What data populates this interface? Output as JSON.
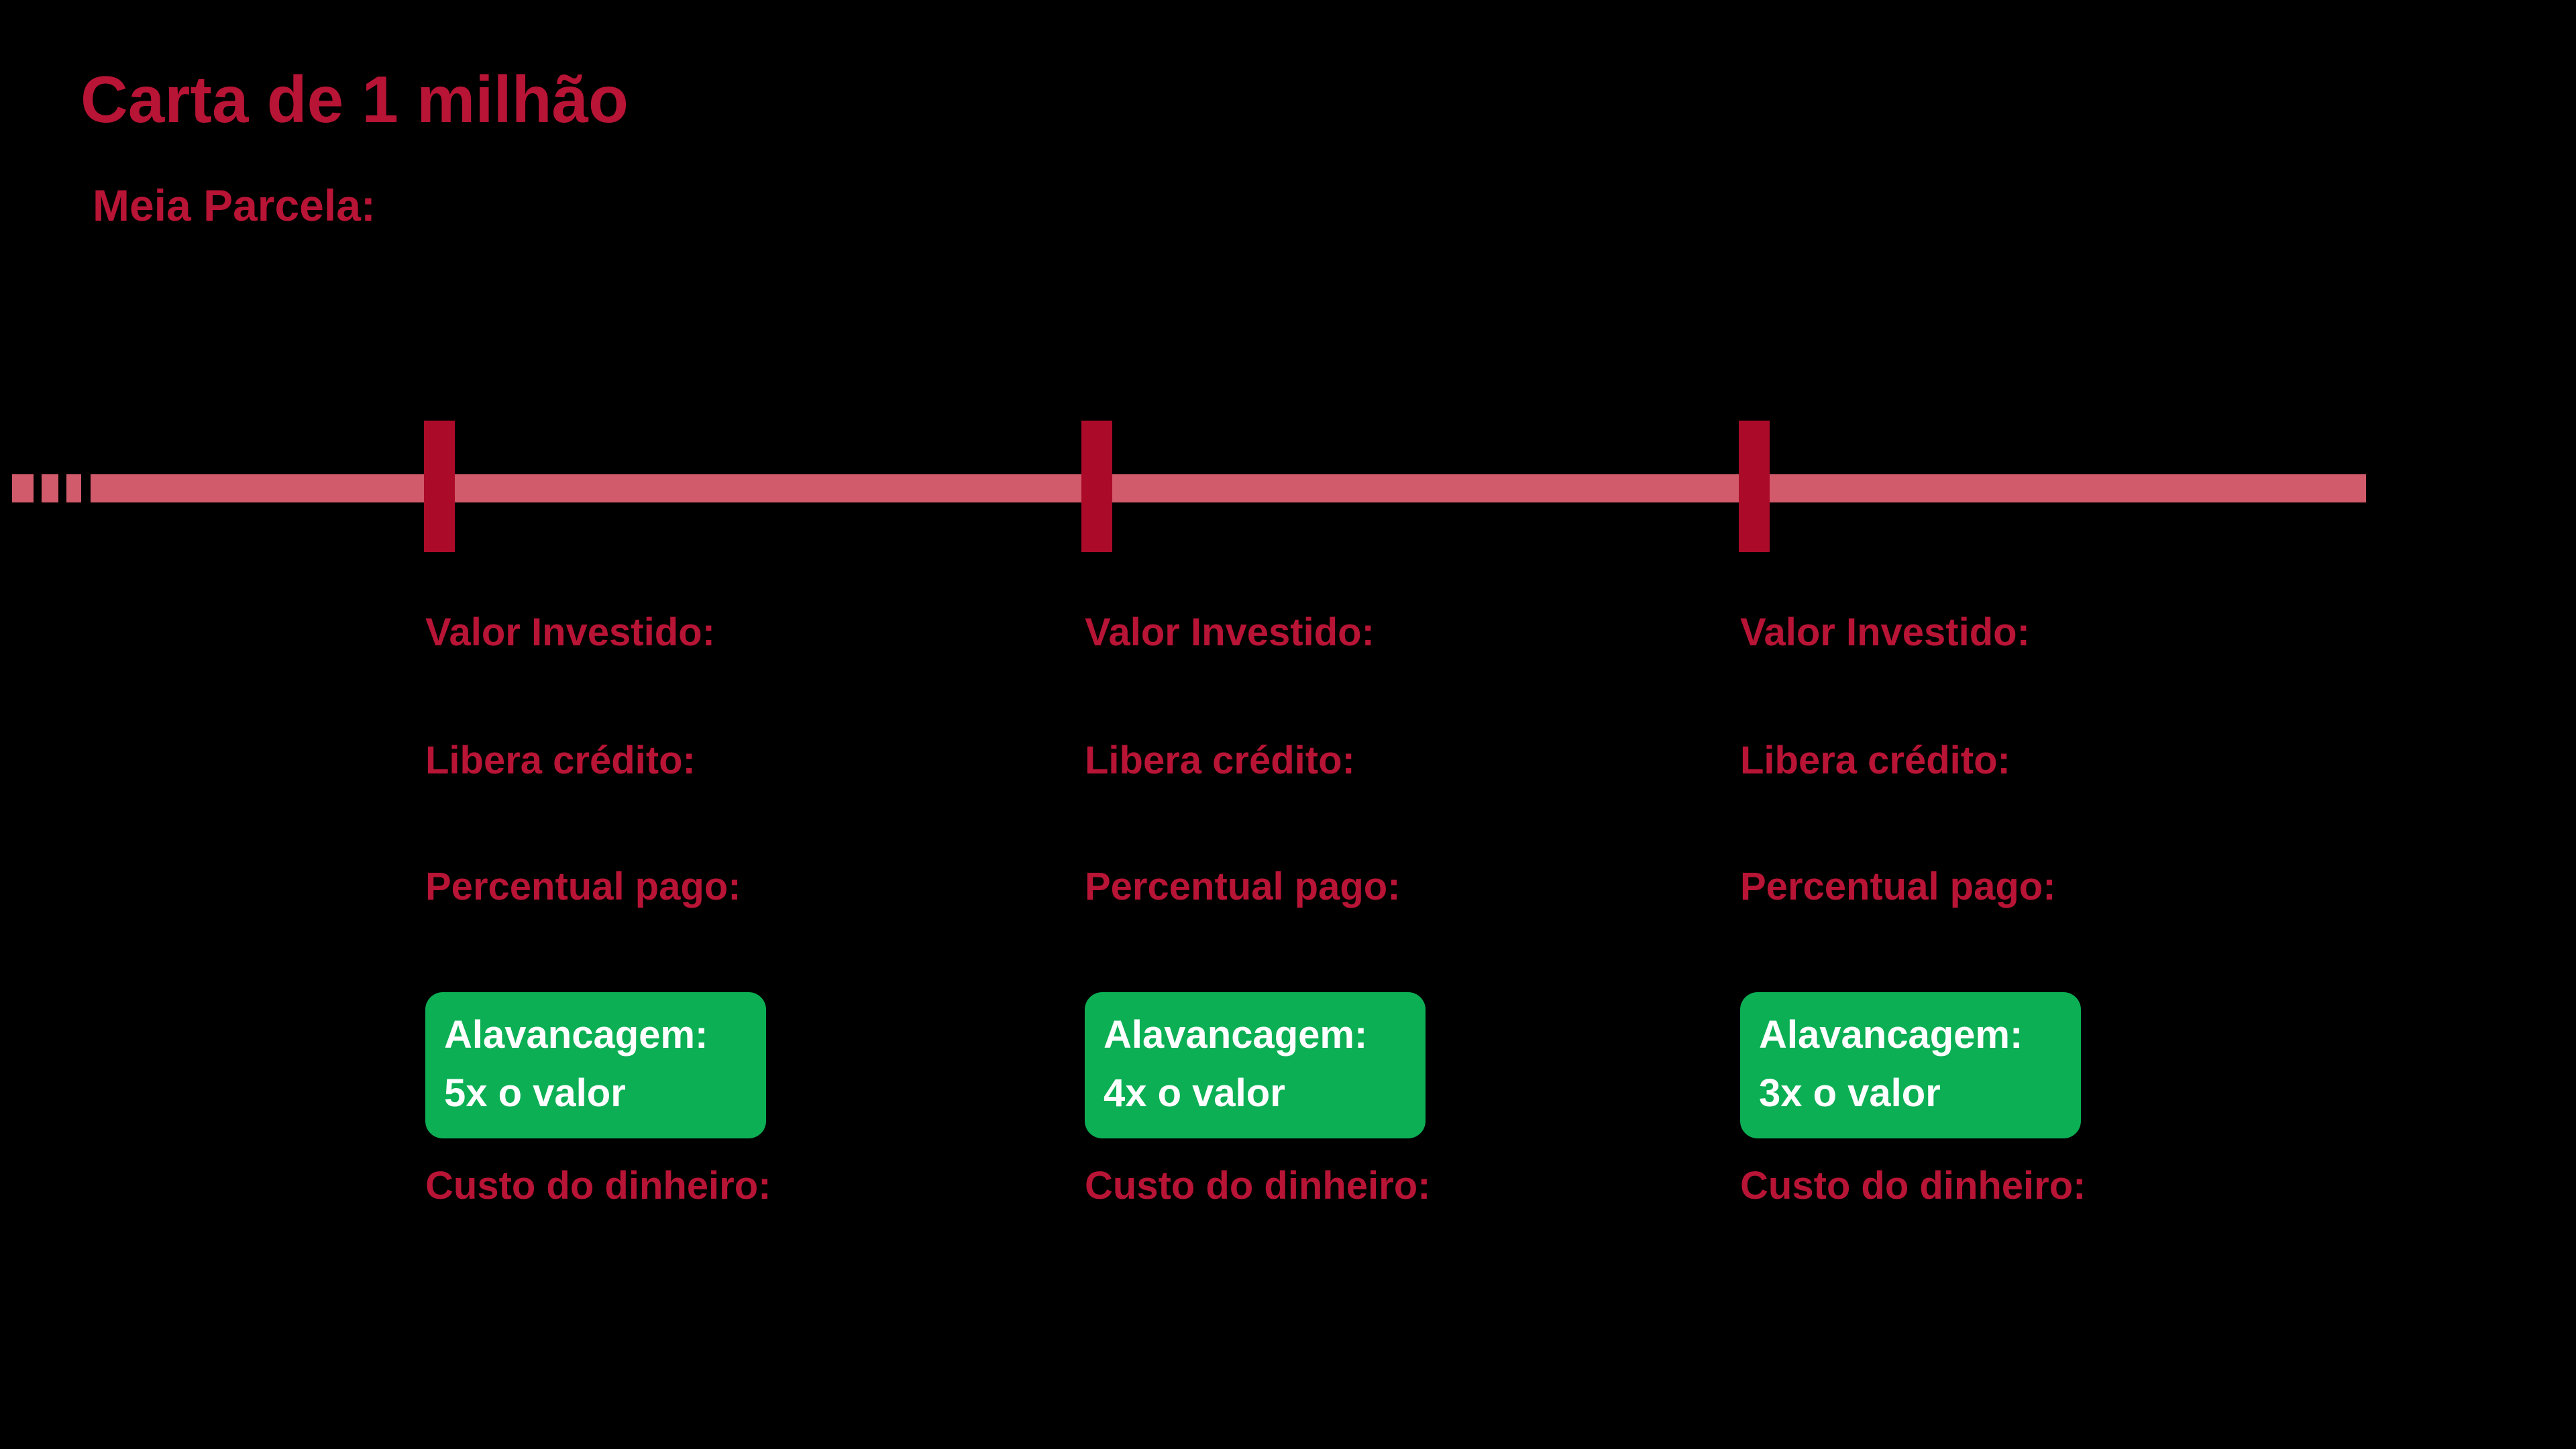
{
  "title": "Carta de 1 milhão",
  "subtitle": "Meia Parcela:",
  "colors": {
    "background": "#000000",
    "accent_red": "#b81435",
    "bar_rose": "#d15a6b",
    "tick_red": "#ab0b28",
    "badge_green": "#0caf54",
    "badge_text": "#ffffff"
  },
  "columns": [
    {
      "valor_investido_label": "Valor Investido:",
      "libera_credito_label": "Libera crédito:",
      "percentual_pago_label": "Percentual pago:",
      "alavancagem_label": "Alavancagem:",
      "alavancagem_value": "5x o valor",
      "custo_label": "Custo do dinheiro:"
    },
    {
      "valor_investido_label": "Valor Investido:",
      "libera_credito_label": "Libera crédito:",
      "percentual_pago_label": "Percentual pago:",
      "alavancagem_label": "Alavancagem:",
      "alavancagem_value": "4x o valor",
      "custo_label": "Custo do dinheiro:"
    },
    {
      "valor_investido_label": "Valor Investido:",
      "libera_credito_label": "Libera crédito:",
      "percentual_pago_label": "Percentual pago:",
      "alavancagem_label": "Alavancagem:",
      "alavancagem_value": "3x o valor",
      "custo_label": "Custo do dinheiro:"
    }
  ]
}
